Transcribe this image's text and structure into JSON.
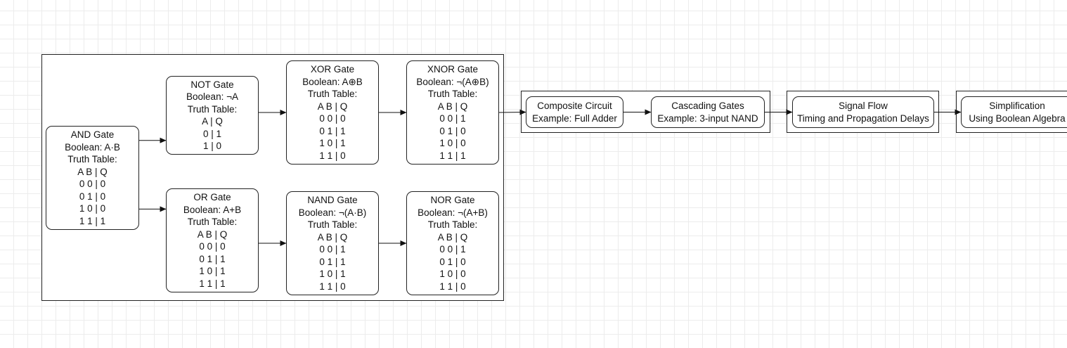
{
  "nodes": {
    "and": {
      "title": "AND Gate",
      "boolean": "Boolean: A·B",
      "table_label": "Truth Table:",
      "header": "A B | Q",
      "rows": [
        "0 0 | 0",
        "0 1 | 0",
        "1 0 | 0",
        "1 1 | 1"
      ]
    },
    "not": {
      "title": "NOT Gate",
      "boolean": "Boolean: ¬A",
      "table_label": "Truth Table:",
      "header": "A | Q",
      "rows": [
        "0 | 1",
        "1 | 0"
      ]
    },
    "or": {
      "title": "OR Gate",
      "boolean": "Boolean: A+B",
      "table_label": "Truth Table:",
      "header": "A B | Q",
      "rows": [
        "0 0 | 0",
        "0 1 | 1",
        "1 0 | 1",
        "1 1 | 1"
      ]
    },
    "xor": {
      "title": "XOR Gate",
      "boolean": "Boolean: A⊕B",
      "table_label": "Truth Table:",
      "header": "A B | Q",
      "rows": [
        "0 0 | 0",
        "0 1 | 1",
        "1 0 | 1",
        "1 1 | 0"
      ]
    },
    "nand": {
      "title": "NAND Gate",
      "boolean": "Boolean: ¬(A·B)",
      "table_label": "Truth Table:",
      "header": "A B | Q",
      "rows": [
        "0 0 | 1",
        "0 1 | 1",
        "1 0 | 1",
        "1 1 | 0"
      ]
    },
    "xnor": {
      "title": "XNOR Gate",
      "boolean": "Boolean: ¬(A⊕B)",
      "table_label": "Truth Table:",
      "header": "A B | Q",
      "rows": [
        "0 0 | 1",
        "0 1 | 0",
        "1 0 | 0",
        "1 1 | 1"
      ]
    },
    "nor": {
      "title": "NOR Gate",
      "boolean": "Boolean: ¬(A+B)",
      "table_label": "Truth Table:",
      "header": "A B | Q",
      "rows": [
        "0 0 | 1",
        "0 1 | 0",
        "1 0 | 0",
        "1 1 | 0"
      ]
    },
    "composite": {
      "title": "Composite Circuit",
      "subtitle": "Example: Full Adder"
    },
    "cascading": {
      "title": "Cascading Gates",
      "subtitle": "Example: 3-input NAND"
    },
    "signal": {
      "title": "Signal Flow",
      "subtitle": "Timing and Propagation Delays"
    },
    "simplification": {
      "title": "Simplification",
      "subtitle": "Using Boolean Algebra"
    }
  },
  "edges": [
    {
      "from": "and",
      "to": "not"
    },
    {
      "from": "and",
      "to": "or"
    },
    {
      "from": "not",
      "to": "xor"
    },
    {
      "from": "or",
      "to": "nand"
    },
    {
      "from": "xor",
      "to": "xnor"
    },
    {
      "from": "nand",
      "to": "nor"
    },
    {
      "from": "xnor",
      "to": "composite"
    },
    {
      "from": "composite",
      "to": "cascading"
    },
    {
      "from": "cascading",
      "to": "signal"
    },
    {
      "from": "signal",
      "to": "simplification"
    }
  ]
}
